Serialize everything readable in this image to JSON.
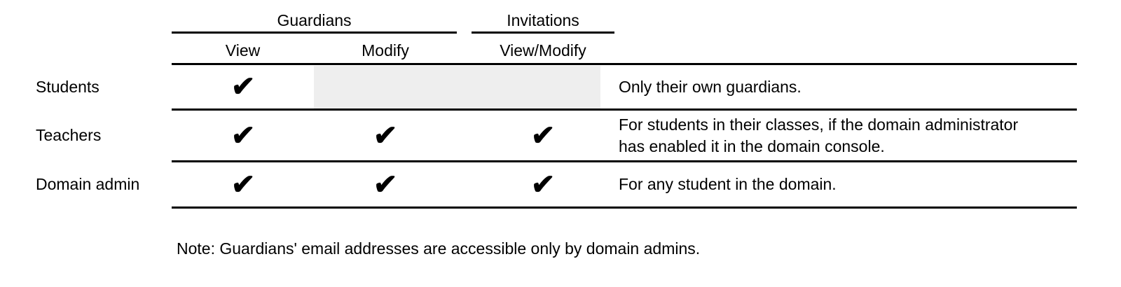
{
  "table": {
    "groups": [
      {
        "label": "Guardians"
      },
      {
        "label": "Invitations"
      }
    ],
    "columns": [
      {
        "label": "View"
      },
      {
        "label": "Modify"
      },
      {
        "label": "View/Modify"
      }
    ],
    "checkmark_icon": "✔",
    "rows": [
      {
        "label": "Students",
        "view": "✔",
        "modify": "",
        "view_modify": "",
        "note": "Only their own guardians."
      },
      {
        "label": "Teachers",
        "view": "✔",
        "modify": "✔",
        "view_modify": "✔",
        "note": "For students in their classes, if the domain administrator\nhas enabled it in the domain console."
      },
      {
        "label": "Domain admin",
        "view": "✔",
        "modify": "✔",
        "view_modify": "✔",
        "note": "For any student in the domain."
      }
    ]
  },
  "footnote": "Note: Guardians' email addresses are accessible only by domain admins.",
  "colors": {
    "disabled_cell": "#eeeeee",
    "line": "#000000",
    "text": "#000000",
    "background": "#ffffff"
  }
}
